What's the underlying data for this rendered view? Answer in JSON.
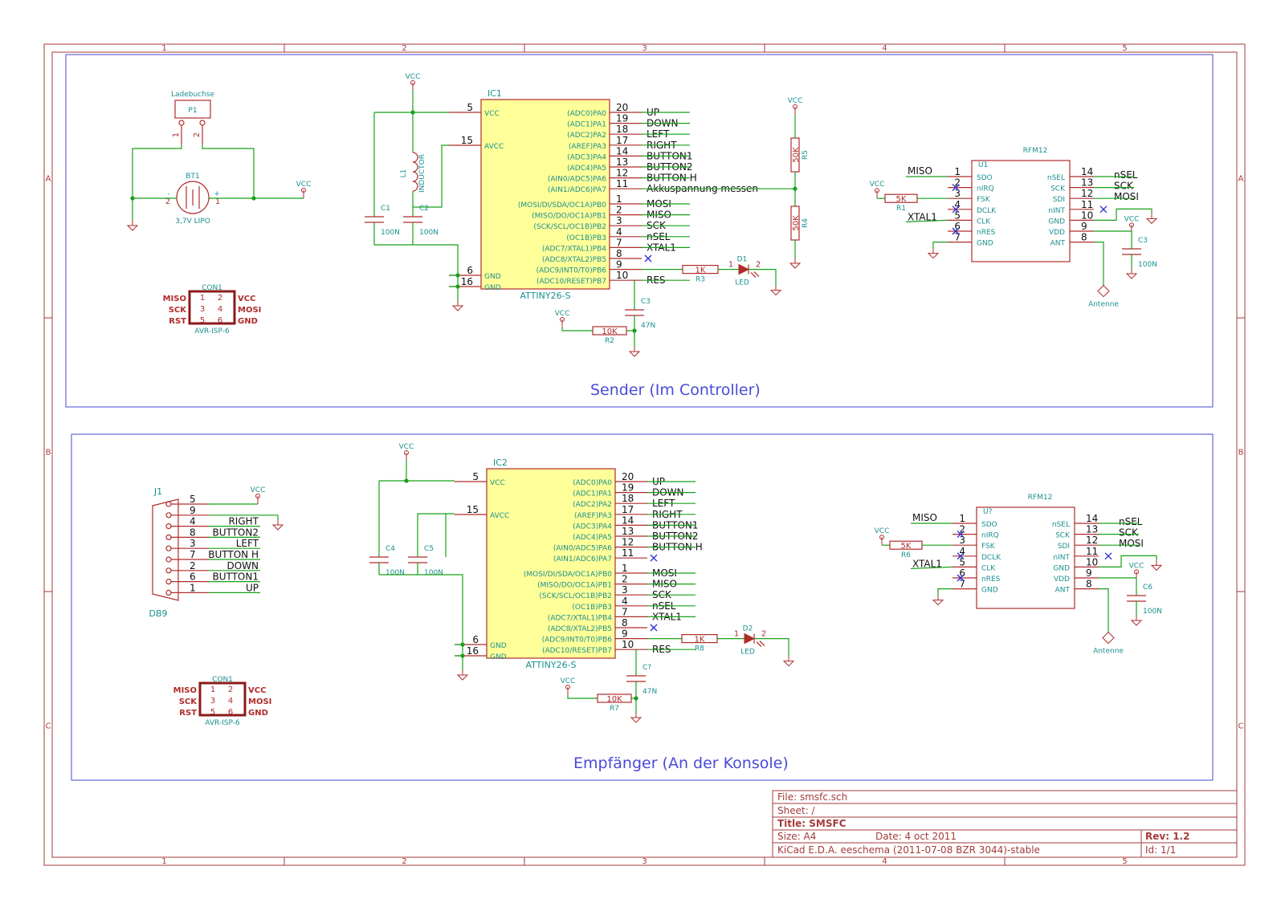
{
  "frame": {
    "col_refs": [
      "1",
      "2",
      "3",
      "4",
      "5"
    ],
    "row_refs": [
      "A",
      "B",
      "C"
    ]
  },
  "sections": {
    "sender_label": "Sender (Im Controller)",
    "receiver_label": "Empfänger (An der Konsole)"
  },
  "power": {
    "vcc": "VCC",
    "antenne": "Antenne"
  },
  "sender": {
    "p1": {
      "ref": "P1",
      "value": "Ladebuchse",
      "pin1": "1",
      "pin2": "2"
    },
    "bt1": {
      "ref": "BT1",
      "value": "3,7V LIPO",
      "minus": "-",
      "plus": "+",
      "pin1": "1",
      "pin2": "2"
    },
    "con1": {
      "ref": "CON1",
      "value": "AVR-ISP-6",
      "left": [
        "MISO",
        "SCK",
        "RST"
      ],
      "right": [
        "VCC",
        "MOSI",
        "GND"
      ],
      "pins": [
        "1",
        "2",
        "3",
        "4",
        "5",
        "6"
      ]
    },
    "ic": {
      "ref": "IC1",
      "value": "ATTINY26-S",
      "left_pins": [
        {
          "num": "5",
          "name": "VCC"
        },
        {
          "num": "15",
          "name": "AVCC"
        },
        {
          "num": "6",
          "name": "GND"
        },
        {
          "num": "16",
          "name": "GND"
        }
      ],
      "right_pins": [
        {
          "num": "20",
          "name": "(ADC0)PA0",
          "net": "UP"
        },
        {
          "num": "19",
          "name": "(ADC1)PA1",
          "net": "DOWN"
        },
        {
          "num": "18",
          "name": "(ADC2)PA2",
          "net": "LEFT"
        },
        {
          "num": "17",
          "name": "(AREF)PA3",
          "net": "RIGHT"
        },
        {
          "num": "14",
          "name": "(ADC3)PA4",
          "net": "BUTTON1"
        },
        {
          "num": "13",
          "name": "(ADC4)PA5",
          "net": "BUTTON2"
        },
        {
          "num": "12",
          "name": "(AIN0/ADC5)PA6",
          "net": "BUTTON H"
        },
        {
          "num": "11",
          "name": "(AIN1/ADC6)PA7",
          "net": "Akkuspannung messen"
        },
        {
          "num": "1",
          "name": "(MOSI/DI/SDA/OC1A)PB0",
          "net": "MOSI"
        },
        {
          "num": "2",
          "name": "(MISO/DO/OC1A)PB1",
          "net": "MISO"
        },
        {
          "num": "3",
          "name": "(SCK/SCL/OC1B)PB2",
          "net": "SCK"
        },
        {
          "num": "4",
          "name": "(OC1B)PB3",
          "net": "nSEL"
        },
        {
          "num": "7",
          "name": "(ADC7/XTAL1)PB4",
          "net": "XTAL1"
        },
        {
          "num": "8",
          "name": "(ADC8/XTAL2)PB5",
          "net": ""
        },
        {
          "num": "9",
          "name": "(ADC9/INT0/T0)PB6",
          "net": ""
        },
        {
          "num": "10",
          "name": "(ADC10/RESET)PB7",
          "net": "RES"
        }
      ]
    },
    "l1": {
      "ref": "L1",
      "value": "INDUCTOR"
    },
    "c1": {
      "ref": "C1",
      "value": "100N"
    },
    "c2": {
      "ref": "C2",
      "value": "100N"
    },
    "c3": {
      "ref": "C3",
      "value": "47N"
    },
    "r2": {
      "ref": "R2",
      "value": "10K"
    },
    "r3": {
      "ref": "R3",
      "value": "1K"
    },
    "d1": {
      "ref": "D1",
      "value": "LED",
      "pin1": "1",
      "pin2": "2"
    },
    "r4": {
      "ref": "R4",
      "value": "50K"
    },
    "r5": {
      "ref": "R5",
      "value": "50K"
    },
    "rfm": {
      "ref": "U1",
      "value": "RFM12",
      "left_pins": [
        {
          "num": "1",
          "name": "SDO",
          "net": "MISO"
        },
        {
          "num": "2",
          "name": "nIRQ",
          "net": ""
        },
        {
          "num": "3",
          "name": "FSK",
          "net": ""
        },
        {
          "num": "4",
          "name": "DCLK",
          "net": ""
        },
        {
          "num": "5",
          "name": "CLK",
          "net": "XTAL1"
        },
        {
          "num": "6",
          "name": "nRES",
          "net": ""
        },
        {
          "num": "7",
          "name": "GND",
          "net": ""
        }
      ],
      "right_pins": [
        {
          "num": "14",
          "name": "nSEL",
          "net": "nSEL"
        },
        {
          "num": "13",
          "name": "SCK",
          "net": "SCK"
        },
        {
          "num": "12",
          "name": "SDI",
          "net": "MOSI"
        },
        {
          "num": "11",
          "name": "nINT",
          "net": ""
        },
        {
          "num": "10",
          "name": "GND",
          "net": ""
        },
        {
          "num": "9",
          "name": "VDD",
          "net": ""
        },
        {
          "num": "8",
          "name": "ANT",
          "net": ""
        }
      ]
    },
    "r1": {
      "ref": "R1",
      "value": "5K"
    },
    "c_rfm": {
      "ref": "C3",
      "value": "100N"
    }
  },
  "receiver": {
    "j1": {
      "ref": "J1",
      "value": "DB9",
      "pins": [
        {
          "num": "5",
          "net": ""
        },
        {
          "num": "9",
          "net": ""
        },
        {
          "num": "4",
          "net": "RIGHT"
        },
        {
          "num": "8",
          "net": "BUTTON2"
        },
        {
          "num": "3",
          "net": "LEFT"
        },
        {
          "num": "7",
          "net": "BUTTON H"
        },
        {
          "num": "2",
          "net": "DOWN"
        },
        {
          "num": "6",
          "net": "BUTTON1"
        },
        {
          "num": "1",
          "net": "UP"
        }
      ]
    },
    "con1": {
      "ref": "CON1",
      "value": "AVR-ISP-6",
      "left": [
        "MISO",
        "SCK",
        "RST"
      ],
      "right": [
        "VCC",
        "MOSI",
        "GND"
      ],
      "pins": [
        "1",
        "2",
        "3",
        "4",
        "5",
        "6"
      ]
    },
    "ic": {
      "ref": "IC2",
      "value": "ATTINY26-S",
      "left_pins": [
        {
          "num": "5",
          "name": "VCC"
        },
        {
          "num": "15",
          "name": "AVCC"
        },
        {
          "num": "6",
          "name": "GND"
        },
        {
          "num": "16",
          "name": "GND"
        }
      ],
      "right_pins": [
        {
          "num": "20",
          "name": "(ADC0)PA0",
          "net": "UP"
        },
        {
          "num": "19",
          "name": "(ADC1)PA1",
          "net": "DOWN"
        },
        {
          "num": "18",
          "name": "(ADC2)PA2",
          "net": "LEFT"
        },
        {
          "num": "17",
          "name": "(AREF)PA3",
          "net": "RIGHT"
        },
        {
          "num": "14",
          "name": "(ADC3)PA4",
          "net": "BUTTON1"
        },
        {
          "num": "13",
          "name": "(ADC4)PA5",
          "net": "BUTTON2"
        },
        {
          "num": "12",
          "name": "(AIN0/ADC5)PA6",
          "net": "BUTTON H"
        },
        {
          "num": "11",
          "name": "(AIN1/ADC6)PA7",
          "net": ""
        },
        {
          "num": "1",
          "name": "(MOSI/DI/SDA/OC1A)PB0",
          "net": "MOSI"
        },
        {
          "num": "2",
          "name": "(MISO/DO/OC1A)PB1",
          "net": "MISO"
        },
        {
          "num": "3",
          "name": "(SCK/SCL/OC1B)PB2",
          "net": "SCK"
        },
        {
          "num": "4",
          "name": "(OC1B)PB3",
          "net": "nSEL"
        },
        {
          "num": "7",
          "name": "(ADC7/XTAL1)PB4",
          "net": "XTAL1"
        },
        {
          "num": "8",
          "name": "(ADC8/XTAL2)PB5",
          "net": ""
        },
        {
          "num": "9",
          "name": "(ADC9/INT0/T0)PB6",
          "net": ""
        },
        {
          "num": "10",
          "name": "(ADC10/RESET)PB7",
          "net": "RES"
        }
      ]
    },
    "c4": {
      "ref": "C4",
      "value": "100N"
    },
    "c5": {
      "ref": "C5",
      "value": "100N"
    },
    "c7": {
      "ref": "C?",
      "value": "47N"
    },
    "r7": {
      "ref": "R7",
      "value": "10K"
    },
    "r8": {
      "ref": "R8",
      "value": "1K"
    },
    "d2": {
      "ref": "D2",
      "value": "LED",
      "pin1": "1",
      "pin2": "2"
    },
    "rfm": {
      "ref": "U?",
      "value": "RFM12",
      "left_pins": [
        {
          "num": "1",
          "name": "SDO",
          "net": "MISO"
        },
        {
          "num": "2",
          "name": "nIRQ",
          "net": ""
        },
        {
          "num": "3",
          "name": "FSK",
          "net": ""
        },
        {
          "num": "4",
          "name": "DCLK",
          "net": ""
        },
        {
          "num": "5",
          "name": "CLK",
          "net": "XTAL1"
        },
        {
          "num": "6",
          "name": "nRES",
          "net": ""
        },
        {
          "num": "7",
          "name": "GND",
          "net": ""
        }
      ],
      "right_pins": [
        {
          "num": "14",
          "name": "nSEL",
          "net": "nSEL"
        },
        {
          "num": "13",
          "name": "SCK",
          "net": "SCK"
        },
        {
          "num": "12",
          "name": "SDI",
          "net": "MOSI"
        },
        {
          "num": "11",
          "name": "nINT",
          "net": ""
        },
        {
          "num": "10",
          "name": "GND",
          "net": ""
        },
        {
          "num": "9",
          "name": "VDD",
          "net": ""
        },
        {
          "num": "8",
          "name": "ANT",
          "net": ""
        }
      ]
    },
    "r6": {
      "ref": "R6",
      "value": "5K"
    },
    "c6": {
      "ref": "C6",
      "value": "100N"
    }
  },
  "title_block": {
    "file": "File: smsfc.sch",
    "sheet": "Sheet: /",
    "title_label": "Title: ",
    "title": "SMSFC",
    "size": "Size: A4",
    "date": "Date: 4 oct 2011",
    "rev_label": "Rev: ",
    "rev": "1.2",
    "tool": "KiCad E.D.A.  eeschema (2011-07-08 BZR 3044)-stable",
    "id": "Id: 1/1"
  }
}
